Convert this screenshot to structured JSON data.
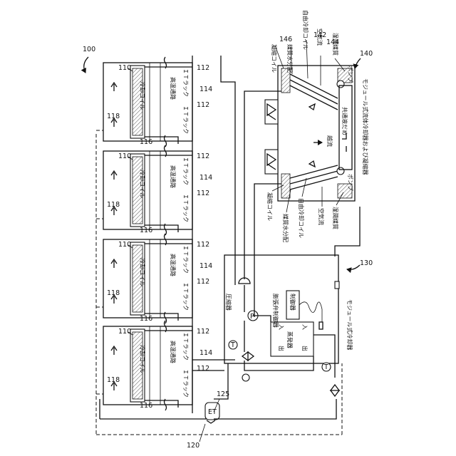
{
  "refs": {
    "system": "100",
    "rack_unit": "110",
    "it_rack": "112",
    "hot_aisle": "114",
    "fan_unit": "116",
    "cooling_coil": "118",
    "et": "120",
    "loop": "125",
    "modular_chiller": "130",
    "condenser": "140",
    "r142": "142",
    "r144": "144",
    "r146": "146"
  },
  "labels": {
    "cooling_coil": "冷却コイル",
    "hot_aisle": "高温通路",
    "it_rack": "ＩＴラック",
    "compressor": "圧縮器",
    "expansion_valve": "膨張弁制御器",
    "controller": "制御器",
    "evaporator": "蒸発器",
    "modular_chiller": "モジュール式冷却器",
    "in": "入",
    "out": "出",
    "et": "ET",
    "condenser_coil": "凝縮コイル",
    "medium_water": "媒質水分配",
    "free_cooling_coil": "自由冷却コイル",
    "airflow": "空気流",
    "wet_medium": "湿潤媒質",
    "pump": "ポンプ",
    "common_basin": "共通液だめ",
    "overflow": "越流",
    "condenser_module": "モジュール式流体冷却器および凝縮器",
    "p": "P",
    "t": "T"
  }
}
